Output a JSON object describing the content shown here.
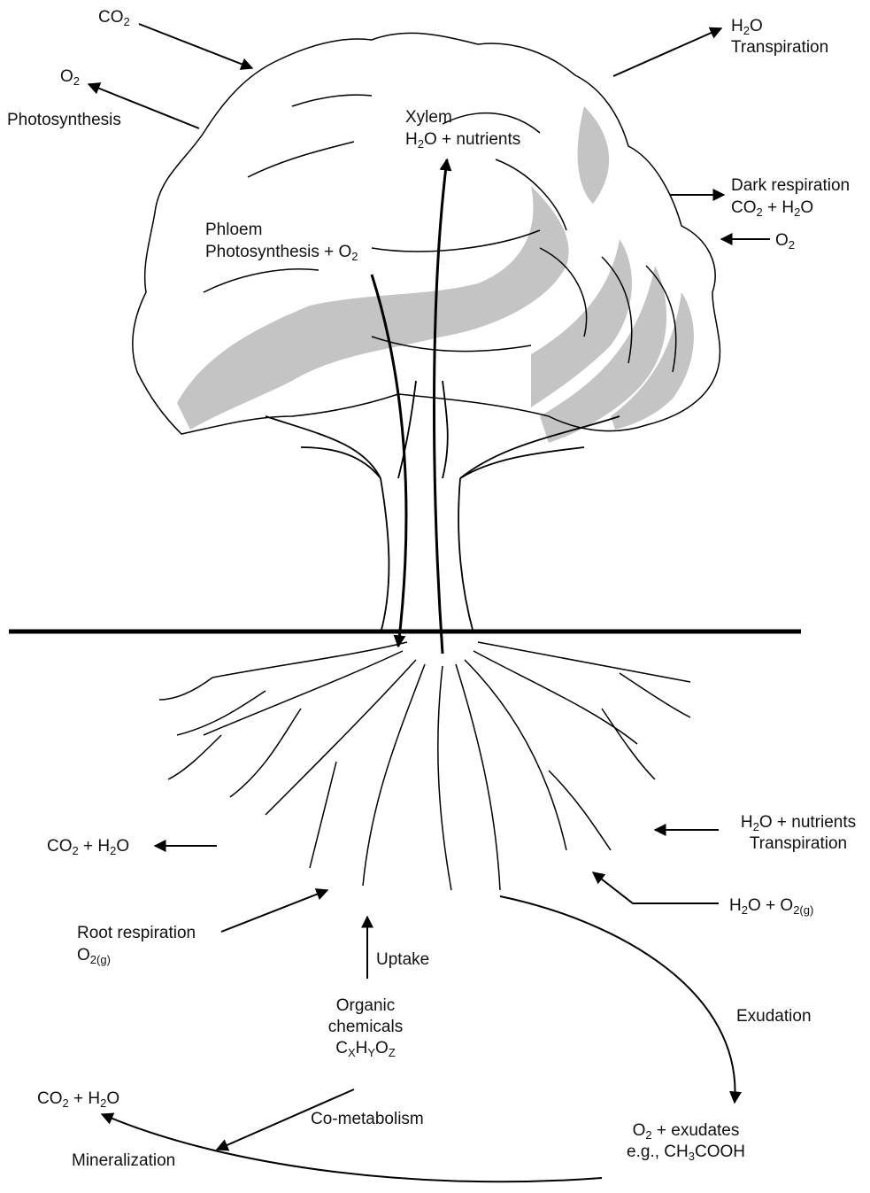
{
  "canopy": {
    "co2_in": "CO2",
    "o2_out": "O2",
    "photosynthesis": "Photosynthesis",
    "h2o_out": "H2O",
    "transpiration": "Transpiration",
    "xylem": "Xylem",
    "xylem_flow": "H2O + nutrients",
    "phloem": "Phloem",
    "phloem_flow": "Photosynthesis + O2",
    "dark_respiration": "Dark respiration",
    "dark_respiration_products": "CO2 + H2O",
    "o2_in": "O2"
  },
  "roots": {
    "co2_h2o_left": "CO2 + H2O",
    "h2o_nutrients_in": "H2O + nutrients",
    "transpiration": "Transpiration",
    "h2o_o2_in": "H2O + O2(g)",
    "root_respiration": "Root respiration",
    "root_respiration_o2": "O2(g)",
    "uptake": "Uptake",
    "organic": "Organic",
    "chemicals": "chemicals",
    "formula": "CXHYOZ",
    "exudation": "Exudation",
    "co2_h2o_bottom": "CO2 + H2O",
    "co_metabolism": "Co-metabolism",
    "mineralization": "Mineralization",
    "exudates": "O2 + exudates",
    "exudates_example": "e.g., CH3COOH"
  }
}
